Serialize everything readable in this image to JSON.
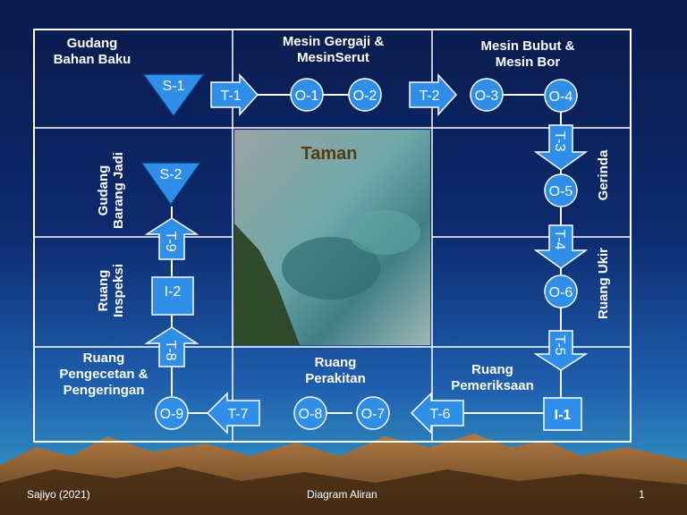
{
  "title": "Taman",
  "cells": {
    "gudang_bahan_baku": [
      "Gudang",
      "Bahan Baku"
    ],
    "mesin_gergaji": [
      "Mesin Gergaji &",
      "MesinSerut"
    ],
    "mesin_bubut": [
      "Mesin Bubut &",
      "Mesin Bor"
    ],
    "gudang_barang_jadi": [
      "Gudang",
      "Barang Jadi"
    ],
    "ruang_inspeksi": [
      "Ruang",
      "Inspeksi"
    ],
    "gerinda": "Gerinda",
    "ruang_ukir": "Ruang Ukir",
    "ruang_pengecetan": [
      "Ruang",
      "Pengecetan &",
      "Pengeringan"
    ],
    "ruang_perakitan": [
      "Ruang",
      "Perakitan"
    ],
    "ruang_pemeriksaan": [
      "Ruang",
      "Pemeriksaan"
    ]
  },
  "nodes": {
    "s1": "S-1",
    "s2": "S-2",
    "o1": "O-1",
    "o2": "O-2",
    "o3": "O-3",
    "o4": "O-4",
    "o5": "O-5",
    "o6": "O-6",
    "o7": "O-7",
    "o8": "O-8",
    "o9": "O-9",
    "t1": "T-1",
    "t2": "T-2",
    "t3": "T-3",
    "t4": "T-4",
    "t5": "T-5",
    "t6": "T-6",
    "t7": "T-7",
    "t8": "T-8",
    "t9": "T-9",
    "i1": "I-1",
    "i2": "I-2"
  },
  "footer": {
    "left": "Sajiyo (2021)",
    "center": "Diagram Aliran",
    "right": "1"
  },
  "colors": {
    "node_fill": "#2f8fe8",
    "node_stroke": "#ffffff",
    "grid": "#ffffff",
    "title_color": "#5a3a10"
  }
}
